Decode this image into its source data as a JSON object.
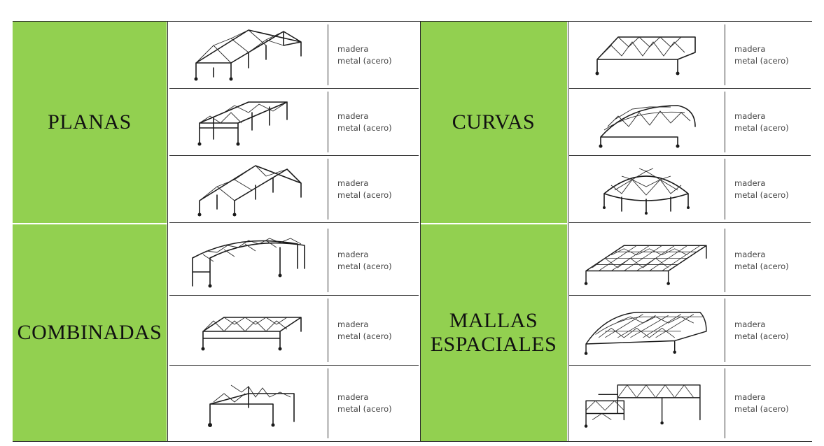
{
  "categories": {
    "planas": "PLANAS",
    "curvas": "CURVAS",
    "combinadas": "COMBINADAS",
    "mallas_line1": "MALLAS",
    "mallas_line2": "ESPACIALES"
  },
  "rows": [
    {
      "materials": [
        "madera",
        "metal (acero)"
      ],
      "icon": "gable-truss-frame-icon"
    },
    {
      "materials": [
        "madera",
        "metal (acero)"
      ],
      "icon": "flat-truss-frame-icon"
    },
    {
      "materials": [
        "madera",
        "metal (acero)"
      ],
      "icon": "steep-gable-truss-icon"
    },
    {
      "materials": [
        "madera",
        "metal (acero)"
      ],
      "icon": "arched-portal-frame-icon"
    },
    {
      "materials": [
        "madera",
        "metal (acero)"
      ],
      "icon": "combined-truss-frame-icon"
    },
    {
      "materials": [
        "madera",
        "metal (acero)"
      ],
      "icon": "mixed-truss-frame-icon"
    }
  ],
  "rows_right": [
    {
      "materials": [
        "madera",
        "metal (acero)"
      ],
      "icon": "curved-flat-truss-icon"
    },
    {
      "materials": [
        "madera",
        "metal (acero)"
      ],
      "icon": "barrel-vault-truss-icon"
    },
    {
      "materials": [
        "madera",
        "metal (acero)"
      ],
      "icon": "geodesic-dome-icon"
    },
    {
      "materials": [
        "madera",
        "metal (acero)"
      ],
      "icon": "space-frame-grid-icon"
    },
    {
      "materials": [
        "madera",
        "metal (acero)"
      ],
      "icon": "curved-space-frame-icon"
    },
    {
      "materials": [
        "madera",
        "metal (acero)"
      ],
      "icon": "multi-level-space-frame-icon"
    }
  ],
  "colors": {
    "category_fill": "#92d050",
    "line": "#2a2a2a"
  }
}
